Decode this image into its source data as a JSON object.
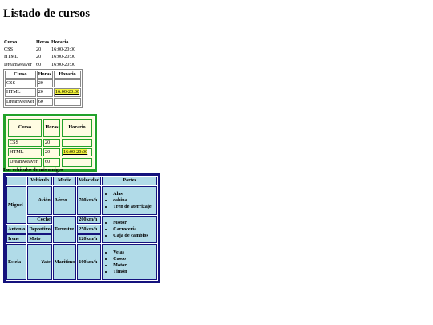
{
  "page_title": "Listado de cursos",
  "table1": {
    "headers": [
      "Curso",
      "Horas",
      "Horario"
    ],
    "rows": [
      [
        "CSS",
        "20",
        "16:00-20:00"
      ],
      [
        "HTML",
        "20",
        "16:00-20:00"
      ],
      [
        "Dreamweaver",
        "60",
        "16:00-20:00"
      ]
    ]
  },
  "table2": {
    "headers": [
      "Curso",
      "Horas",
      "Horario"
    ],
    "rows": [
      [
        "CSS",
        "20",
        ""
      ],
      [
        "HTML",
        "20",
        "16:00-20:00"
      ],
      [
        "Dreamweaver",
        "60",
        ""
      ]
    ]
  },
  "table3": {
    "headers": [
      "Curso",
      "Horas",
      "Horario"
    ],
    "rows": [
      [
        "CSS",
        "20",
        ""
      ],
      [
        "HTML",
        "20",
        "16:00-20:00"
      ],
      [
        "Dreamweaver",
        "60",
        ""
      ]
    ]
  },
  "vehicles": {
    "caption": "Los vehículos de mis amigos",
    "headers": [
      "Vehículo",
      "Medio",
      "Velocidad",
      "Partes"
    ],
    "miguel": {
      "name": "Miguel",
      "vehicle": "Avión",
      "medium": "Aéreo",
      "speed": "700km/h",
      "parts": [
        "Alas",
        "cabina",
        "Tren de aterrizaje"
      ]
    },
    "coche": {
      "vehicle": "Coche",
      "medium": "Terrestre",
      "parts": [
        "Motor",
        "Carrocería",
        "Caja de cambios"
      ]
    },
    "miguel_coche_speed": "200km/h",
    "antonio": {
      "name": "Antonio",
      "vehicle": "Deportivo",
      "speed": "250km/h"
    },
    "irene": {
      "name": "Irene",
      "vehicle": "Moto",
      "speed": "120km/h"
    },
    "estela": {
      "name": "Estela",
      "vehicle": "Yate",
      "medium": "Marítimo",
      "speed": "100km/h",
      "parts": [
        "Velas",
        "Casco",
        "Motor",
        "Timón"
      ]
    }
  },
  "colors": {
    "highlight": "#f5f53d",
    "green_border": "#22a22a",
    "navy_border": "#15127d",
    "light_blue": "#b1dbe8"
  }
}
